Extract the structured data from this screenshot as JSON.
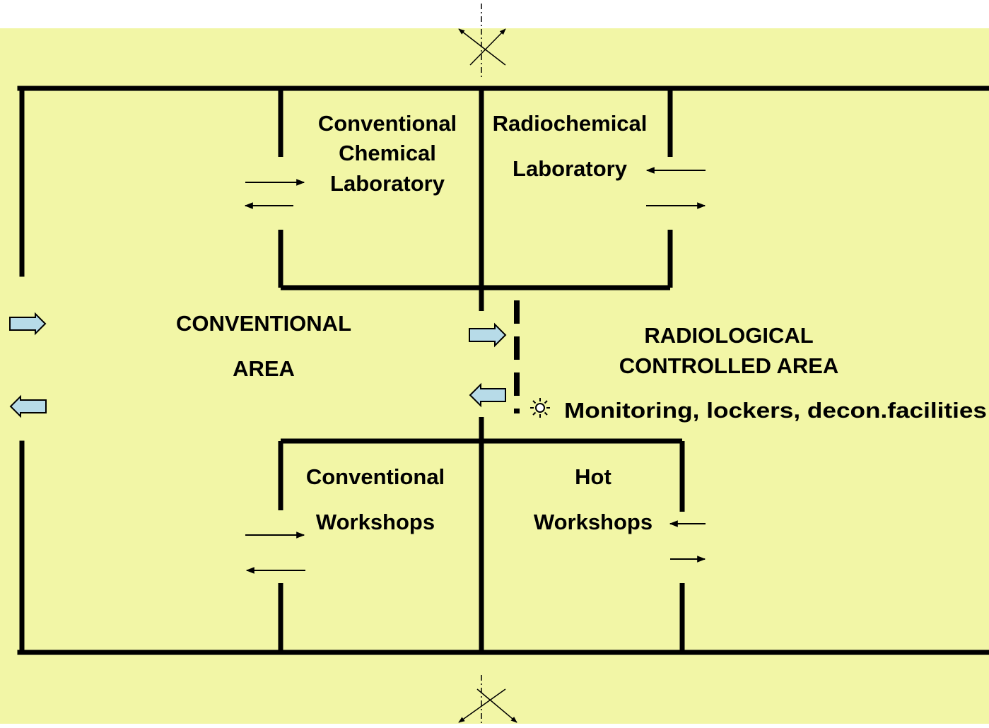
{
  "colors": {
    "background": "#f2f6a6",
    "walls": "#000000",
    "block_arrow_fill": "#b7dbe8",
    "text": "#000000"
  },
  "rooms": {
    "conventional_chemical_lab": [
      "Conventional",
      "Chemical",
      "Laboratory"
    ],
    "radiochemical_lab": [
      "Radiochemical",
      "Laboratory"
    ],
    "conventional_workshops": [
      "Conventional",
      "Workshops"
    ],
    "hot_workshops": [
      "Hot",
      "Workshops"
    ]
  },
  "areas": {
    "conventional": [
      "CONVENTIONAL",
      "AREA"
    ],
    "radiological": [
      "RADIOLOGICAL",
      "CONTROLLED AREA"
    ]
  },
  "checkpoint": {
    "icon": "sun-icon",
    "label": "Monitoring, lockers, decon.facilities"
  }
}
